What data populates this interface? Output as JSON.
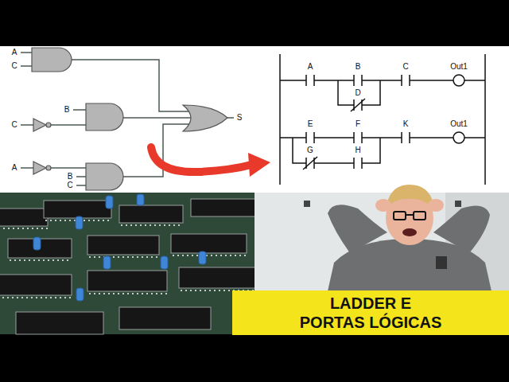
{
  "diagram": {
    "nodes": [
      {
        "text": [
          "LADDER E PORTAS LÓGICAS"
        ]
      }
    ],
    "labels": [
      "A",
      "C",
      "B",
      "C",
      "A",
      "B",
      "C",
      "S",
      "A",
      "B",
      "C",
      "Out1",
      "D",
      "E",
      "F",
      "K",
      "Out1",
      "G",
      "H"
    ]
  }
}
